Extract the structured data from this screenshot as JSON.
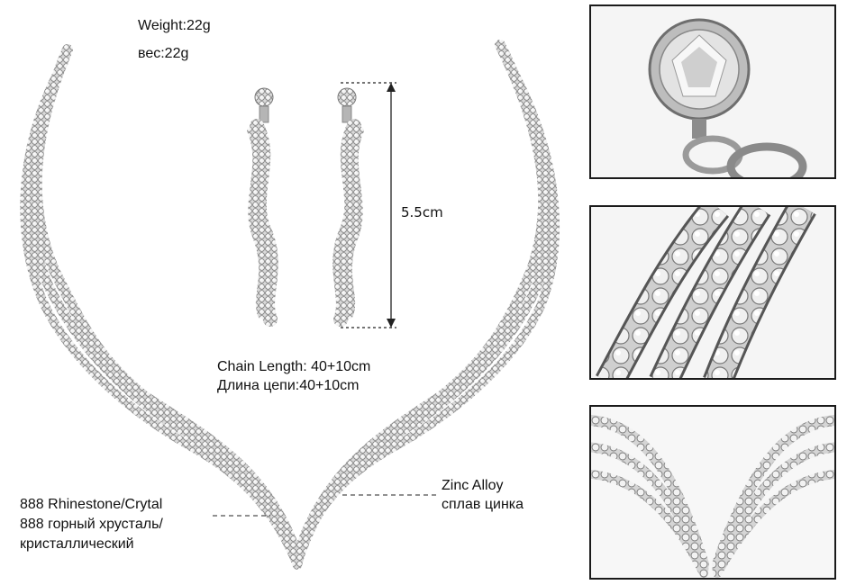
{
  "specs": {
    "weight_en": "Weight:22g",
    "weight_ru": "вес:22g",
    "earring_length": "5.5cm",
    "chain_length_en": "Chain Length: 40+10cm",
    "chain_length_ru": "Длина цепи:40+10cm"
  },
  "callouts": {
    "material_en": "Zinc Alloy",
    "material_ru": "сплав цинка",
    "stones_en": "888 Rhinestone/Crytal",
    "stones_ru_line1": "888 горный хрусталь/",
    "stones_ru_line2": "кристаллический"
  },
  "colors": {
    "metal": "#bfbfbf",
    "stone": "#e6e6e6",
    "stone_shadow": "#8a8a8a",
    "panel_border": "#1a1a1a"
  },
  "panels": [
    {
      "subject": "stud-closeup"
    },
    {
      "subject": "rhinestone-rows-closeup"
    },
    {
      "subject": "v-pendant-closeup"
    }
  ]
}
